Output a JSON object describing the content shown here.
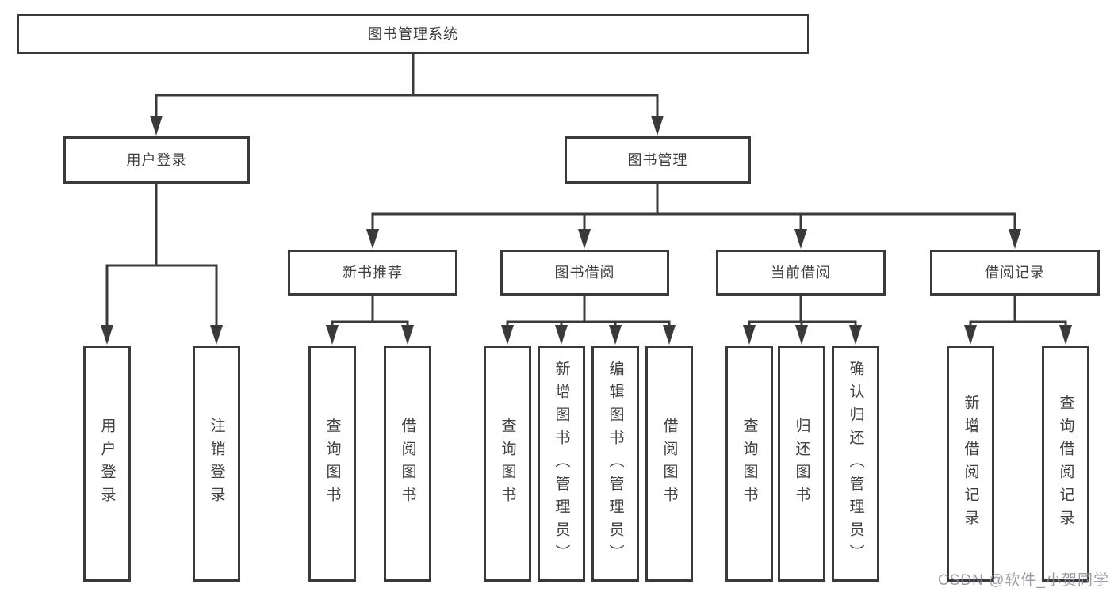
{
  "root": {
    "label": "图书管理系统"
  },
  "level2": [
    {
      "label": "用户登录"
    },
    {
      "label": "图书管理"
    }
  ],
  "level3": [
    {
      "label": "新书推荐"
    },
    {
      "label": "图书借阅"
    },
    {
      "label": "当前借阅"
    },
    {
      "label": "借阅记录"
    }
  ],
  "leaves": {
    "user": [
      {
        "label": "用户登录"
      },
      {
        "label": "注销登录"
      }
    ],
    "recommend": [
      {
        "label": "查询图书"
      },
      {
        "label": "借阅图书"
      }
    ],
    "borrow": [
      {
        "label": "查询图书"
      },
      {
        "label": "新增图书（管理员）"
      },
      {
        "label": "编辑图书（管理员）"
      },
      {
        "label": "借阅图书"
      }
    ],
    "current": [
      {
        "label": "查询图书"
      },
      {
        "label": "归还图书"
      },
      {
        "label": "确认归还（管理员）"
      }
    ],
    "records": [
      {
        "label": "新增借阅记录"
      },
      {
        "label": "查询借阅记录"
      }
    ]
  },
  "watermark": {
    "text": "CSDN @软件_小贺同学"
  },
  "colors": {
    "line": "#3a3a3a",
    "box_border": "#3a3a3a",
    "text": "#3f3f3f",
    "watermark": "#8c8c96",
    "background": "#ffffff"
  }
}
